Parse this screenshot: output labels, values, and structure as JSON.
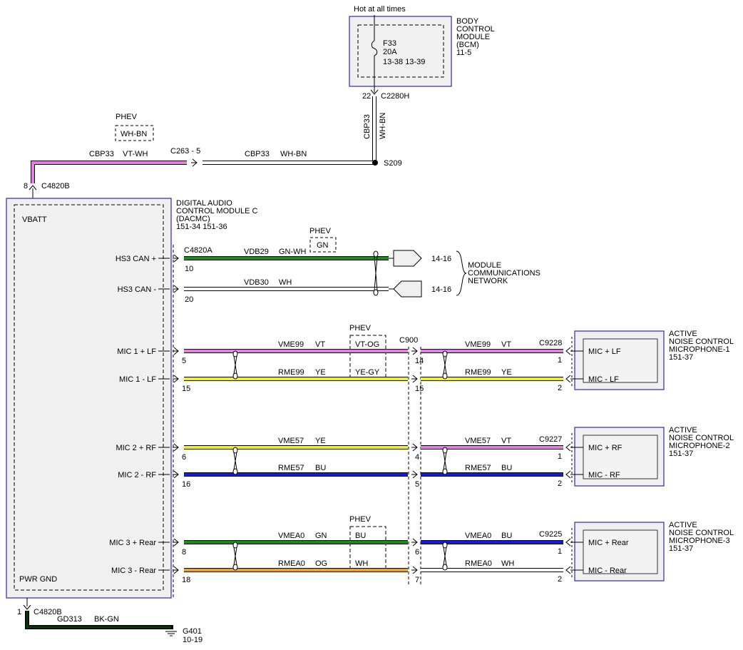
{
  "bcm": {
    "feed": "Hot at all times",
    "name": [
      "BODY",
      "CONTROL",
      "MODULE",
      "(BCM)",
      "11-5"
    ],
    "fuse": "F33",
    "fuse_rating": "20A",
    "fuse_refs": "13-38   13-39",
    "pin": "22",
    "connector": "C2280H",
    "vert_circuit": "CBP33",
    "vert_color": "WH-BN"
  },
  "feed_line": {
    "phev": "PHEV",
    "phev_color": "WH-BN",
    "left_circuit": "CBP33",
    "left_color": "VT-WH",
    "inline_connector": "C263 - 5",
    "right_circuit": "CBP33",
    "right_color": "WH-BN",
    "splice": "S209",
    "pin": "8",
    "connector": "C4820B",
    "colors": {
      "left": "#e080e0",
      "right": "#ffffff"
    }
  },
  "dacmc": {
    "name": [
      "DIGITAL AUDIO",
      "CONTROL MODULE C",
      "(DACMC)",
      "151-34   151-36"
    ],
    "vbatt": "VBATT",
    "pwr_gnd": "PWR GND",
    "ports": [
      "HS3 CAN +",
      "HS3 CAN -",
      "MIC 1 + LF",
      "MIC 1 - LF",
      "MIC 2 + RF",
      "MIC 2 - RF",
      "MIC 3 + Rear",
      "MIC 3 - Rear"
    ]
  },
  "can": {
    "connector": "C4820A",
    "phev": "PHEV",
    "phev_color": "GN",
    "wires": [
      {
        "pin": "10",
        "circuit": "VDB29",
        "color": "GN-WH",
        "ref": "14-16",
        "hex": "#1a8a1a"
      },
      {
        "pin": "20",
        "circuit": "VDB30",
        "color": "WH",
        "ref": "14-16",
        "hex": "#ffffff"
      }
    ],
    "network": [
      "MODULE",
      "COMMUNICATIONS",
      "NETWORK"
    ]
  },
  "c900": "C900",
  "mics": [
    {
      "name": [
        "ACTIVE",
        "NOISE CONTROL",
        "MICROPHONE-1",
        "151-37"
      ],
      "connector": "C9228",
      "ports": [
        "MIC + LF",
        "MIC - LF"
      ],
      "phev": "PHEV",
      "wires": [
        {
          "pin_l": "5",
          "circuit": "VME99",
          "color": "VT",
          "phev_color": "VT-OG",
          "pin_m": "14",
          "circuit_r": "VME99",
          "color_r": "VT",
          "pin_r": "1",
          "hex_l": "#e080e0",
          "hex_r": "#e080e0"
        },
        {
          "pin_l": "15",
          "circuit": "RME99",
          "color": "YE",
          "phev_color": "YE-GY",
          "pin_m": "15",
          "circuit_r": "RME99",
          "color_r": "YE",
          "pin_r": "2",
          "hex_l": "#f0f020",
          "hex_r": "#f0f020"
        }
      ]
    },
    {
      "name": [
        "ACTIVE",
        "NOISE CONTROL",
        "MICROPHONE-2",
        "151-37"
      ],
      "connector": "C9227",
      "ports": [
        "MIC + RF",
        "MIC - RF"
      ],
      "phev": "",
      "wires": [
        {
          "pin_l": "6",
          "circuit": "VME57",
          "color": "YE",
          "phev_color": "",
          "pin_m": "4",
          "circuit_r": "VME57",
          "color_r": "VT",
          "pin_r": "1",
          "hex_l": "#f0f020",
          "hex_r": "#e080e0"
        },
        {
          "pin_l": "16",
          "circuit": "RME57",
          "color": "BU",
          "phev_color": "",
          "pin_m": "5",
          "circuit_r": "RME57",
          "color_r": "BU",
          "pin_r": "2",
          "hex_l": "#1818d8",
          "hex_r": "#1818d8"
        }
      ]
    },
    {
      "name": [
        "ACTIVE",
        "NOISE CONTROL",
        "MICROPHONE-3",
        "151-37"
      ],
      "connector": "C9225",
      "ports": [
        "MIC + Rear",
        "MIC - Rear"
      ],
      "phev": "PHEV",
      "wires": [
        {
          "pin_l": "8",
          "circuit": "VMEA0",
          "color": "GN",
          "phev_color": "BU",
          "pin_m": "6",
          "circuit_r": "VMEA0",
          "color_r": "BU",
          "pin_r": "1",
          "hex_l": "#1a8a1a",
          "hex_r": "#1818d8"
        },
        {
          "pin_l": "18",
          "circuit": "RMEA0",
          "color": "OG",
          "phev_color": "WH",
          "pin_m": "7",
          "circuit_r": "RMEA0",
          "color_r": "WH",
          "pin_r": "2",
          "hex_l": "#f0a020",
          "hex_r": "#ffffff"
        }
      ]
    }
  ],
  "ground": {
    "pin": "1",
    "connector": "C4820B",
    "circuit": "GD313",
    "color": "BK-GN",
    "ground_id": "G401",
    "ref": "10-19",
    "hex": "#0a3a0a"
  }
}
